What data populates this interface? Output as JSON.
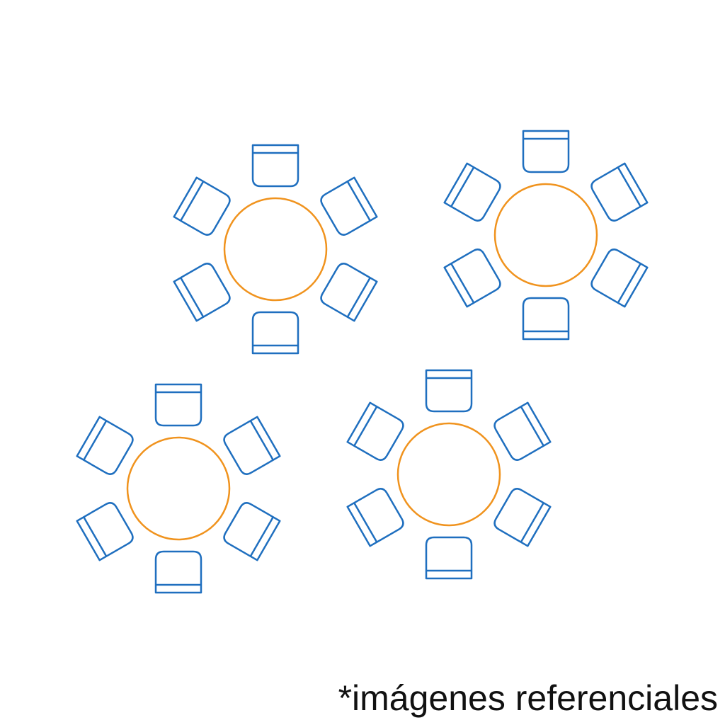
{
  "footnote": "*imágenes referenciales",
  "colors": {
    "table_stroke": "#F0931E",
    "chair_stroke": "#1F6FBF",
    "background": "#FFFFFF",
    "text": "#111111"
  },
  "icons": {
    "table": "round-table-icon",
    "chair": "chair-icon"
  },
  "tables": [
    {
      "name": "table-1",
      "chairs": 6
    },
    {
      "name": "table-2",
      "chairs": 6
    },
    {
      "name": "table-3",
      "chairs": 6
    },
    {
      "name": "table-4",
      "chairs": 6
    }
  ]
}
